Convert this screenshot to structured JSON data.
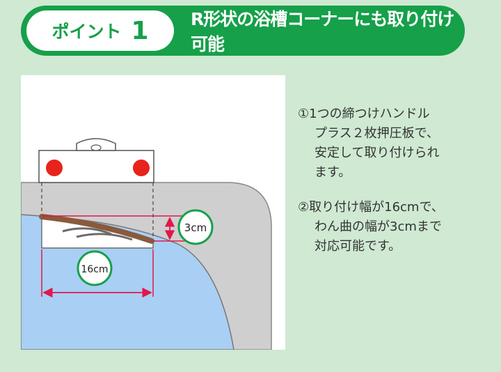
{
  "header": {
    "point_label": "ポイント",
    "point_number": "1",
    "title": "R形状の浴槽コーナーにも取り付け可能"
  },
  "figure": {
    "label_3cm": "3cm",
    "label_16cm": "16cm"
  },
  "points": [
    {
      "lines": [
        "①1つの締つけハンドル",
        "プラス２枚押圧板で、",
        "安定して取り付けられ",
        "ます。"
      ]
    },
    {
      "lines": [
        "②取り付け幅が16cmで、",
        "わん曲の幅が3cmまで",
        "対応可能です。"
      ]
    }
  ],
  "colors": {
    "background": "#cfe9d2",
    "accent_green": "#16a04a",
    "water_blue": "#a9cff4",
    "rim_gray": "#cfcfcf",
    "dimension_red": "#e0184c",
    "knob_red": "#e8231b"
  }
}
